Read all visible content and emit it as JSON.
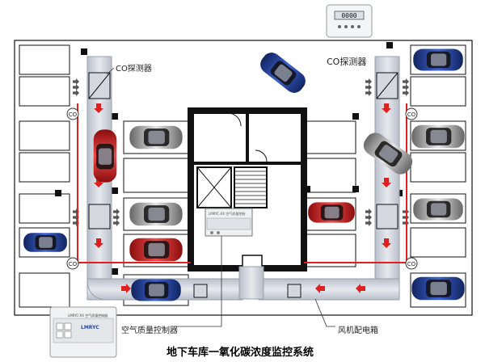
{
  "labels": {
    "co_detector_left": "CO探测器",
    "co_detector_right": "CO探测器",
    "air_quality_controller": "空气质量控制器",
    "fan_control_box": "风机配电箱",
    "title": "地下车库一氧化碳浓度监控系统",
    "sensor_tag": "CO",
    "device_text": "LMRYC-XX 空气质量控制",
    "controller_brand": "LMRYC",
    "controller_model": "LMRYC-XX 空气质量控制器",
    "detector_display": "0000"
  },
  "colors": {
    "duct": "#c7ccd5",
    "wiring": "#e02020",
    "airflow_arrow": "#e02020",
    "wall": "#111111",
    "car_blue": "#1f3c9a",
    "car_red": "#d42424",
    "car_gray": "#9a9a9a"
  }
}
